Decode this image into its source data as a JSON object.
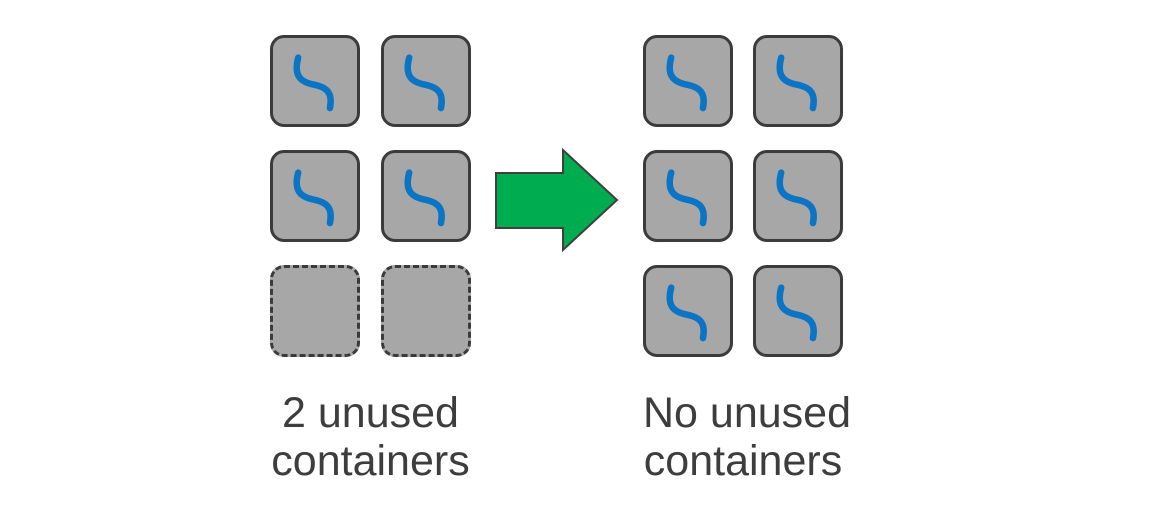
{
  "diagram": {
    "before": {
      "used_containers": 4,
      "unused_containers": 2,
      "label_line1": "2 unused",
      "label_line2": "containers"
    },
    "after": {
      "used_containers": 6,
      "unused_containers": 0,
      "label_line1": "No unused",
      "label_line2": "containers"
    },
    "icons": {
      "container_content": "squiggle-icon",
      "transition": "arrow-right-icon"
    }
  },
  "colors": {
    "background": "#ffffff",
    "container_fill": "#a7a7a7",
    "container_border": "#3b3b3b",
    "squiggle": "#0b74c4",
    "arrow_fill": "#00ac50",
    "arrow_border": "#3f3f3f",
    "label_text": "#3d3d3d"
  }
}
